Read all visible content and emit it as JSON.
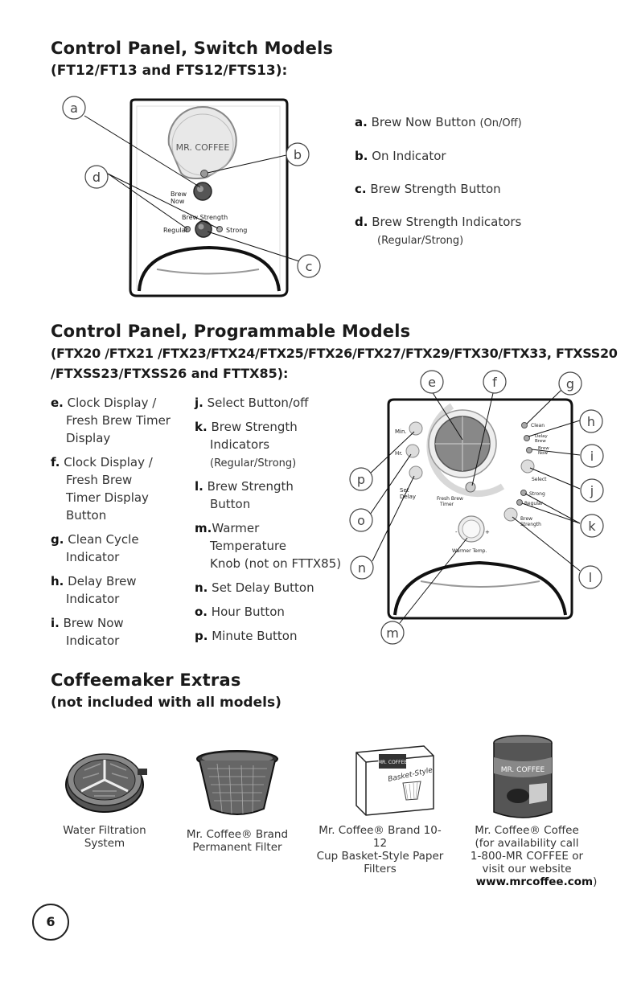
{
  "section1": {
    "title": "Control Panel, Switch Models",
    "subtitle": "(FT12/FT13 and FTS12/FTS13):",
    "panel": {
      "logo": "MR. COFFEE",
      "brew_now_label_1": "Brew",
      "brew_now_label_2": "Now",
      "brew_strength_label": "Brew Strength",
      "regular_label": "Regular",
      "strong_label": "Strong"
    },
    "callouts": [
      "a",
      "b",
      "c",
      "d"
    ],
    "legend": [
      {
        "key": "a.",
        "text": "Brew Now Button",
        "note": "(On/Off)"
      },
      {
        "key": "b.",
        "text": "On Indicator",
        "note": ""
      },
      {
        "key": "c.",
        "text": "Brew Strength Button",
        "note": ""
      },
      {
        "key": "d.",
        "text": "Brew Strength Indicators",
        "note": "(Regular/Strong)"
      }
    ]
  },
  "section2": {
    "title": "Control Panel, Programmable Models",
    "subtitle_line1": "(FTX20 /FTX21 /FTX23/FTX24/FTX25/FTX26/FTX27/FTX29/FTX30/FTX33, FTXSS20",
    "subtitle_line2": "/FTXSS23/FTXSS26 and FTTX85):",
    "panel": {
      "min": "Min.",
      "hr": "Hr.",
      "set_delay_1": "Set",
      "set_delay_2": "Delay",
      "fresh_brew_1": "Fresh Brew",
      "fresh_brew_2": "Timer",
      "clean": "Clean",
      "delay_brew_1": "Delay",
      "delay_brew_2": "Brew",
      "brew_now_1": "Brew",
      "brew_now_2": "Now",
      "select": "Select",
      "strong": "Strong",
      "regular": "Regular",
      "brew_strength_1": "Brew",
      "brew_strength_2": "Strength",
      "warmer": "Warmer Temp.",
      "knob_minus": "-",
      "knob_plus": "+"
    },
    "callouts": [
      "e",
      "f",
      "g",
      "h",
      "i",
      "j",
      "k",
      "l",
      "m",
      "n",
      "o",
      "p"
    ],
    "col1": [
      {
        "key": "e.",
        "lines": [
          "Clock Display /",
          "Fresh Brew Timer",
          "Display"
        ]
      },
      {
        "key": "f.",
        "lines": [
          "Clock Display /",
          "Fresh Brew",
          "Timer Display",
          "Button"
        ]
      },
      {
        "key": "g.",
        "lines": [
          "Clean Cycle",
          "Indicator"
        ]
      },
      {
        "key": "h.",
        "lines": [
          "Delay Brew",
          "Indicator"
        ]
      },
      {
        "key": "i.",
        "lines": [
          "Brew Now",
          "Indicator"
        ]
      }
    ],
    "col2": [
      {
        "key": "j.",
        "lines": [
          "Select Button/off"
        ]
      },
      {
        "key": "k.",
        "lines": [
          "Brew Strength",
          "Indicators",
          "(Regular/Strong)"
        ]
      },
      {
        "key": "l.",
        "lines": [
          "Brew Strength",
          "Button"
        ]
      },
      {
        "key": "m.",
        "lines": [
          "Warmer",
          "Temperature",
          "Knob (not on FTTX85)"
        ]
      },
      {
        "key": "n.",
        "lines": [
          "Set Delay Button"
        ]
      },
      {
        "key": "o.",
        "lines": [
          "Hour Button"
        ]
      },
      {
        "key": "p.",
        "lines": [
          "Minute Button"
        ]
      }
    ]
  },
  "section3": {
    "title": "Coffeemaker Extras",
    "subtitle": "(not included with all models)",
    "items": [
      {
        "lines": [
          "Water Filtration",
          "System"
        ]
      },
      {
        "lines": [
          "Mr. Coffee® Brand",
          "Permanent Filter"
        ]
      },
      {
        "lines": [
          "Mr. Coffee® Brand 10-12",
          "Cup Basket-Style Paper",
          "Filters"
        ]
      },
      {
        "lines": [
          "Mr. Coffee® Coffee",
          "(for availability call",
          "1-800-MR COFFEE or",
          "visit our website"
        ],
        "url": "www.mrcoffee.com",
        "url_suffix": ")"
      }
    ],
    "box_label": "MR. COFFEE",
    "box_script": "Basket-Style",
    "can_label": "MR. COFFEE"
  },
  "page_number": "6"
}
